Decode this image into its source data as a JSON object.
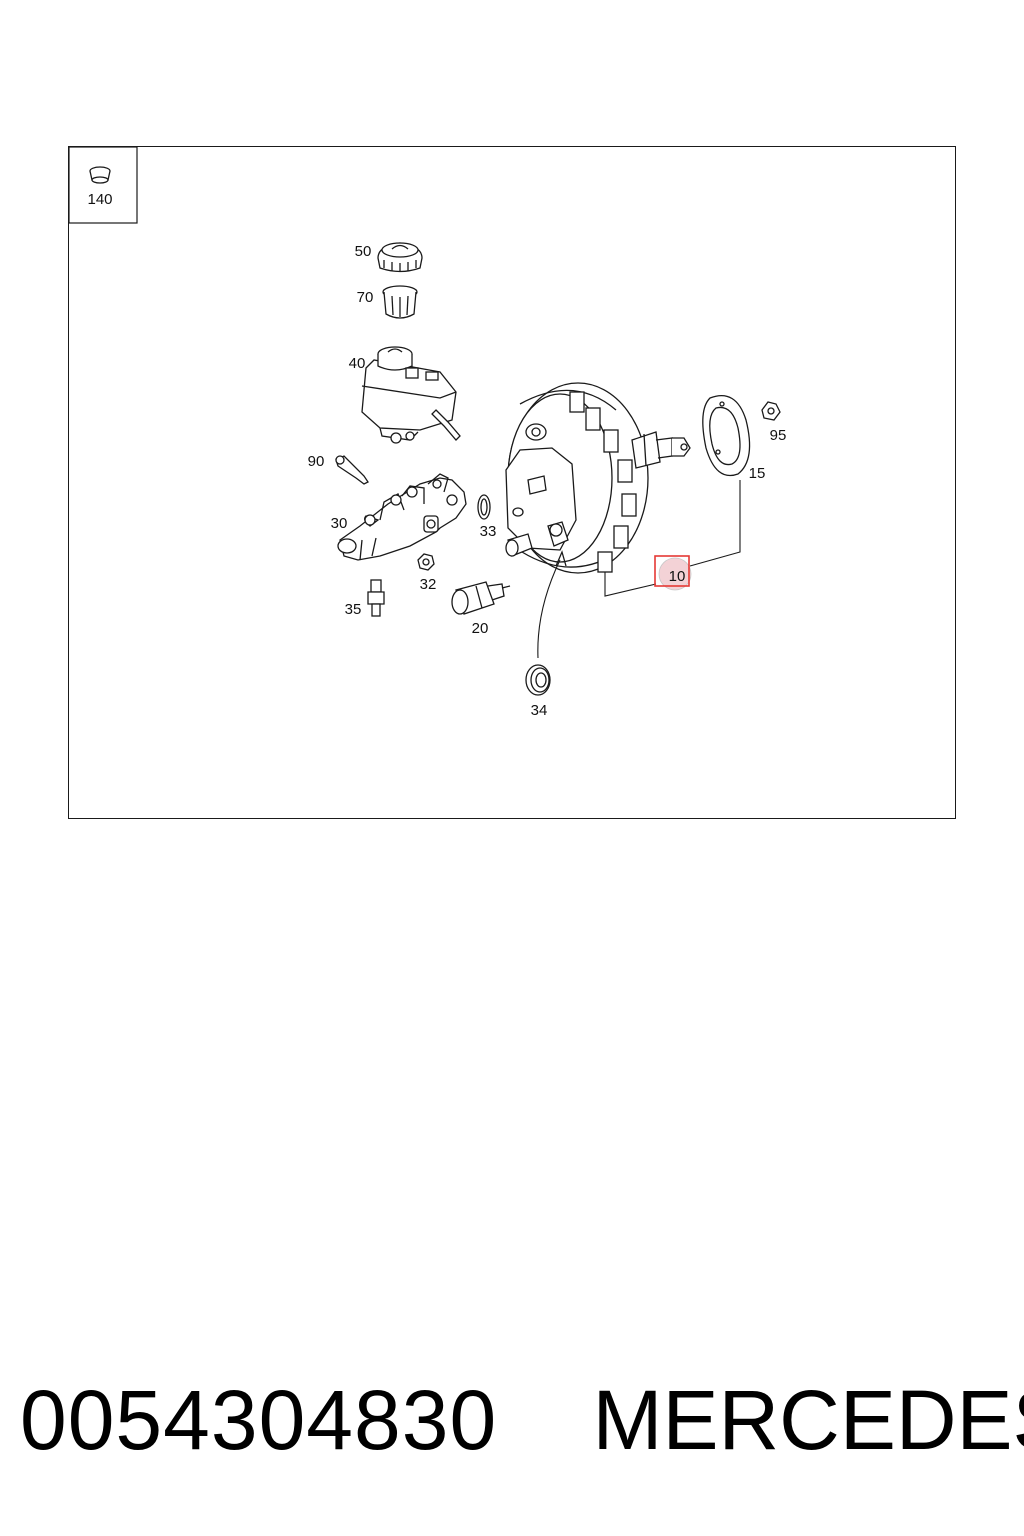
{
  "diagram": {
    "inset_callout": "140",
    "callouts": [
      "50",
      "70",
      "40",
      "90",
      "30",
      "33",
      "32",
      "35",
      "20",
      "34",
      "95",
      "15"
    ],
    "highlighted_callout": "10",
    "highlight_color": "#e53935",
    "highlight_fill": "#f3d2d6"
  },
  "footer": {
    "part_number": "0054304830",
    "brand": "MERCEDES"
  }
}
